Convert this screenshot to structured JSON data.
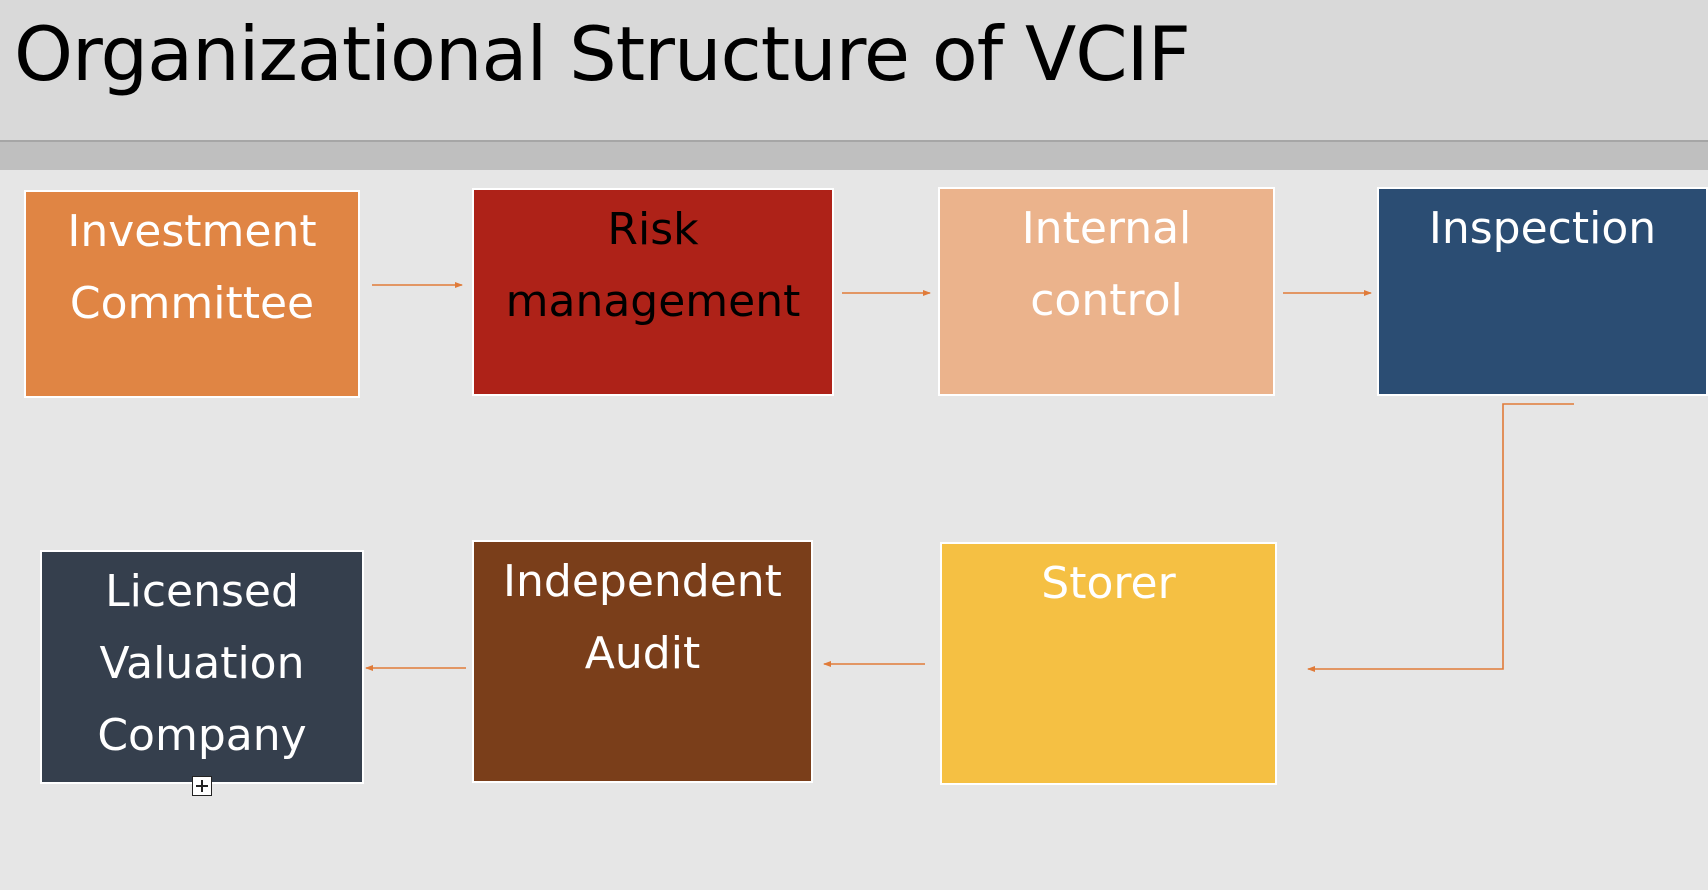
{
  "slide": {
    "title": "Organizational Structure of VCIF"
  },
  "nodes": [
    {
      "id": "investment-committee",
      "label": "Investment\nCommittee",
      "fill": "#e08544",
      "text_color": "#ffffff"
    },
    {
      "id": "risk-management",
      "label": "Risk\nmanagement",
      "fill": "#ae2218",
      "text_color": "#000000"
    },
    {
      "id": "internal-control",
      "label": "Internal\ncontrol",
      "fill": "#ebb38c",
      "text_color": "#ffffff"
    },
    {
      "id": "inspection",
      "label": "Inspection",
      "fill": "#2b4d73",
      "text_color": "#ffffff"
    },
    {
      "id": "storer",
      "label": "Storer",
      "fill": "#f5c043",
      "text_color": "#ffffff"
    },
    {
      "id": "independent-audit",
      "label": "Independent\nAudit",
      "fill": "#7a3e1a",
      "text_color": "#ffffff"
    },
    {
      "id": "licensed-valuation-company",
      "label": "Licensed\nValuation\nCompany",
      "fill": "#353f4d",
      "text_color": "#ffffff"
    }
  ],
  "edges": [
    {
      "from": "investment-committee",
      "to": "risk-management"
    },
    {
      "from": "risk-management",
      "to": "internal-control"
    },
    {
      "from": "internal-control",
      "to": "inspection"
    },
    {
      "from": "inspection",
      "to": "storer"
    },
    {
      "from": "storer",
      "to": "independent-audit"
    },
    {
      "from": "independent-audit",
      "to": "licensed-valuation-company"
    }
  ],
  "arrow_color": "#e07b39"
}
